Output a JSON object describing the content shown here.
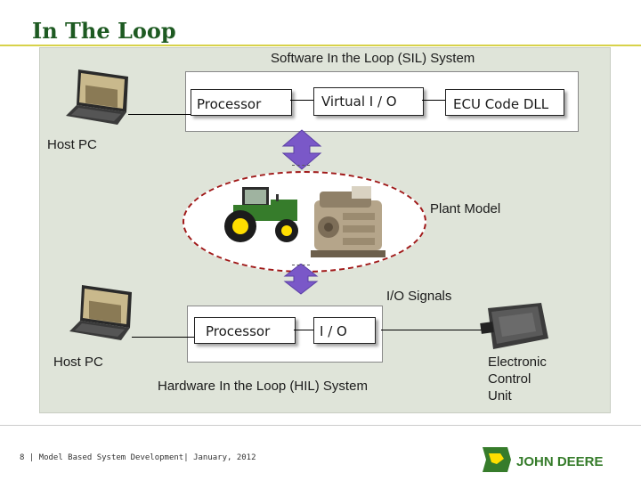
{
  "title": "In The Loop",
  "sil": {
    "label": "Software In the Loop (SIL) System",
    "processor": "Processor",
    "virtual_io": "Virtual I / O",
    "ecu_dll": "ECU Code DLL",
    "host": "Host PC"
  },
  "plant": {
    "label": "Plant Model"
  },
  "hil": {
    "io_signals": "I/O Signals",
    "processor": "Processor",
    "io": "I / O",
    "host": "Host PC",
    "label": "Hardware In the Loop (HIL) System",
    "ecu_label": "Electronic\nControl\nUnit"
  },
  "footer": {
    "text": "8 | Model Based System Development| January, 2012",
    "brand": "JOHN DEERE"
  },
  "colors": {
    "title": "#1e5a22",
    "panel": "#dfe4d9",
    "arrow": "#7a58c8",
    "ellipse_border": "#a01818",
    "brand_green": "#367c2b",
    "brand_yellow": "#ffde00"
  }
}
